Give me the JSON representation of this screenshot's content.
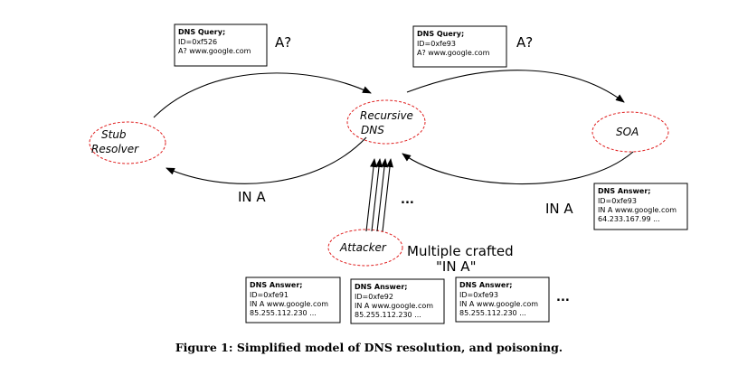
{
  "nodes": {
    "stub": [
      "Stub",
      "Resolver"
    ],
    "recursive": [
      "Recursive",
      "DNS"
    ],
    "soa": [
      "SOA"
    ],
    "attacker": [
      "Attacker"
    ]
  },
  "labels": {
    "query_a_1": "A?",
    "query_a_2": "A?",
    "answer_stub": "IN A",
    "answer_soa": "IN A",
    "attacker_note_1": "Multiple crafted",
    "attacker_note_2": "\"IN A\"",
    "more_dots_attack": "...",
    "more_dots_boxes": "..."
  },
  "boxes": {
    "query1": {
      "title": "DNS Query;",
      "lines": [
        "ID=0xf526",
        "A? www.google.com"
      ]
    },
    "query2": {
      "title": "DNS Query;",
      "lines": [
        "ID=0xfe93",
        "A? www.google.com"
      ]
    },
    "soa_answer": {
      "title": "DNS Answer;",
      "lines": [
        "ID=0xfe93",
        "IN A www.google.com",
        "64.233.167.99 ..."
      ]
    },
    "forged1": {
      "title": "DNS Answer;",
      "lines": [
        "ID=0xfe91",
        "IN A www.google.com",
        "85.255.112.230 ..."
      ]
    },
    "forged2": {
      "title": "DNS Answer;",
      "lines": [
        "ID=0xfe92",
        "IN A www.google.com",
        "85.255.112.230 ..."
      ]
    },
    "forged3": {
      "title": "DNS Answer;",
      "lines": [
        "ID=0xfe93",
        "IN A www.google.com",
        "85.255.112.230 ..."
      ]
    }
  },
  "caption": "Figure 1: Simplified model of DNS resolution, and poisoning."
}
